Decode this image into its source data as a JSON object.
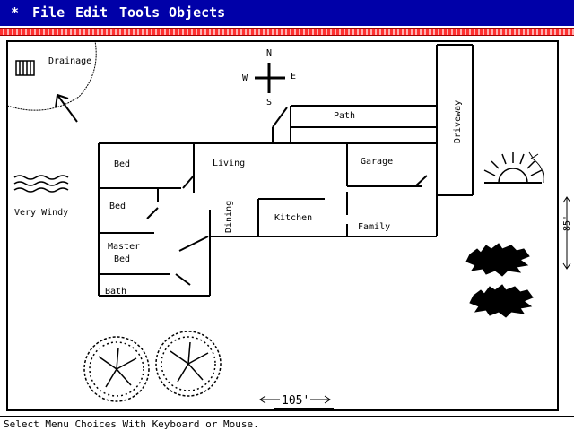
{
  "menubar": {
    "system_glyph": "*",
    "items": [
      {
        "label": "File"
      },
      {
        "label": "Edit"
      },
      {
        "label": "Tools"
      },
      {
        "label": "Objects"
      }
    ]
  },
  "plan": {
    "rooms": {
      "bed1": "Bed",
      "bed2": "Bed",
      "master_line1": "Master",
      "master_line2": "Bed",
      "bath": "Bath",
      "living": "Living",
      "dining": "Dining",
      "kitchen": "Kitchen",
      "garage": "Garage",
      "family": "Family",
      "path": "Path",
      "driveway": "Driveway"
    },
    "site": {
      "drainage": "Drainage",
      "very_windy": "Very Windy",
      "width_dimension": "105'",
      "depth_dimension": "85'"
    },
    "compass": {
      "n": "N",
      "s": "S",
      "e": "E",
      "w": "W"
    }
  },
  "status": {
    "text": "Select Menu Choices With Keyboard or Mouse."
  },
  "colors": {
    "menubar": "#0000a8",
    "ruler": "#ff3030",
    "ink": "#000000"
  },
  "icons": [
    "compass-icon",
    "sun-icon",
    "wind-icon",
    "tree-icon",
    "shrub-icon",
    "drainage-grate-icon"
  ]
}
